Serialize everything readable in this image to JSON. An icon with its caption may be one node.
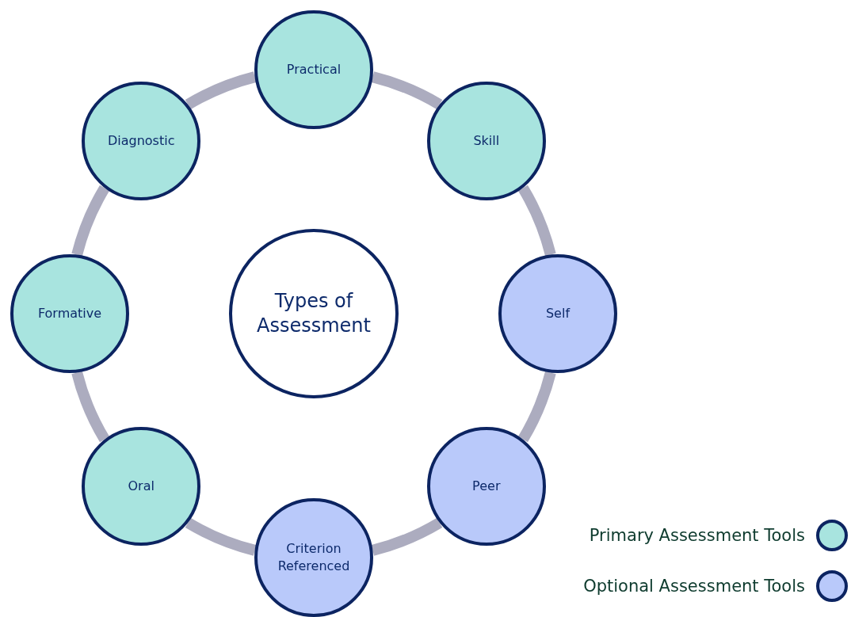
{
  "diagram": {
    "nodes": [
      {
        "text": [
          "Types of Assessment"
        ]
      },
      {
        "text": [
          "Practical"
        ]
      },
      {
        "text": [
          "Skill"
        ]
      },
      {
        "text": [
          "Self"
        ]
      },
      {
        "text": [
          "Peer"
        ]
      },
      {
        "text": [
          "Criterion Referenced"
        ]
      },
      {
        "text": [
          "Oral"
        ]
      },
      {
        "text": [
          "Formative"
        ]
      },
      {
        "text": [
          "Diagnostic"
        ]
      }
    ],
    "edges": [
      {
        "from": 1,
        "to": 2,
        "arrow": "none"
      },
      {
        "from": 2,
        "to": 3,
        "arrow": "none"
      },
      {
        "from": 3,
        "to": 4,
        "arrow": "none"
      },
      {
        "from": 4,
        "to": 5,
        "arrow": "none"
      },
      {
        "from": 5,
        "to": 6,
        "arrow": "none"
      },
      {
        "from": 6,
        "to": 7,
        "arrow": "none"
      },
      {
        "from": 7,
        "to": 8,
        "arrow": "none"
      },
      {
        "from": 8,
        "to": 1,
        "arrow": "none"
      }
    ],
    "legend": [
      {
        "text": "Primary Assessment Tools",
        "color": "#a8e4df"
      },
      {
        "text": "Optional Assessment Tools",
        "color": "#b9c9fa"
      }
    ]
  }
}
